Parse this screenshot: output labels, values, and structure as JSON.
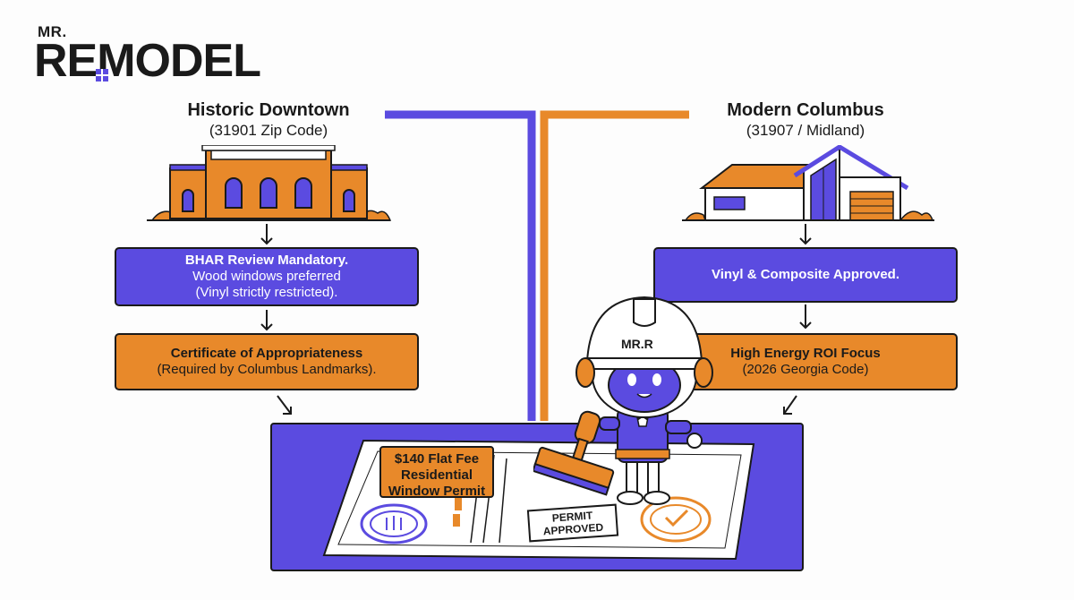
{
  "logo": {
    "small": "MR.",
    "big": "REMODEL"
  },
  "left": {
    "title": "Historic Downtown",
    "subtitle": "(31901 Zip Code)",
    "box1": {
      "line1": "BHAR Review Mandatory.",
      "line2": "Wood windows preferred",
      "line3": "(Vinyl strictly restricted)."
    },
    "box2": {
      "line1": "Certificate of Appropriateness",
      "line2": "(Required by Columbus Landmarks)."
    }
  },
  "right": {
    "title": "Modern Columbus",
    "subtitle": "(31907 / Midland)",
    "box1": {
      "line1": "Vinyl & Composite Approved."
    },
    "box2": {
      "line1": "High Energy ROI Focus",
      "line2": "(2026 Georgia Code)"
    }
  },
  "permit": {
    "label_line1": "$140 Flat Fee",
    "label_line2": "Residential",
    "label_line3": "Window Permit",
    "stamp_line1": "PERMIT",
    "stamp_line2": "APPROVED"
  },
  "mascot": {
    "helmet_text": "MR.R"
  },
  "colors": {
    "purple": "#5b4be0",
    "orange": "#e8892a",
    "ink": "#1a1a1a"
  },
  "icons": [
    "historic-building-icon",
    "modern-house-icon",
    "rubber-stamp-icon",
    "seal-icon",
    "robot-mascot-icon"
  ]
}
